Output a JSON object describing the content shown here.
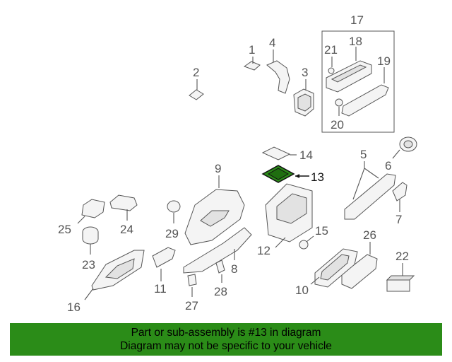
{
  "callouts": {
    "c1": "1",
    "c2": "2",
    "c3": "3",
    "c4": "4",
    "c5": "5",
    "c6": "6",
    "c7": "7",
    "c8": "8",
    "c9": "9",
    "c10": "10",
    "c11": "11",
    "c12": "12",
    "c13": "13",
    "c14": "14",
    "c15": "15",
    "c16": "16",
    "c17": "17",
    "c18": "18",
    "c19": "19",
    "c20": "20",
    "c21": "21",
    "c22": "22",
    "c23": "23",
    "c24": "24",
    "c25": "25",
    "c26": "26",
    "c27": "27",
    "c28": "28",
    "c29": "29"
  },
  "highlight": {
    "part_number": "13",
    "color": "#2b8c18"
  },
  "banner": {
    "line1": "Part or sub-assembly is #13 in diagram",
    "line2": "Diagram may not be specific to your vehicle",
    "background": "#2b8c18"
  }
}
